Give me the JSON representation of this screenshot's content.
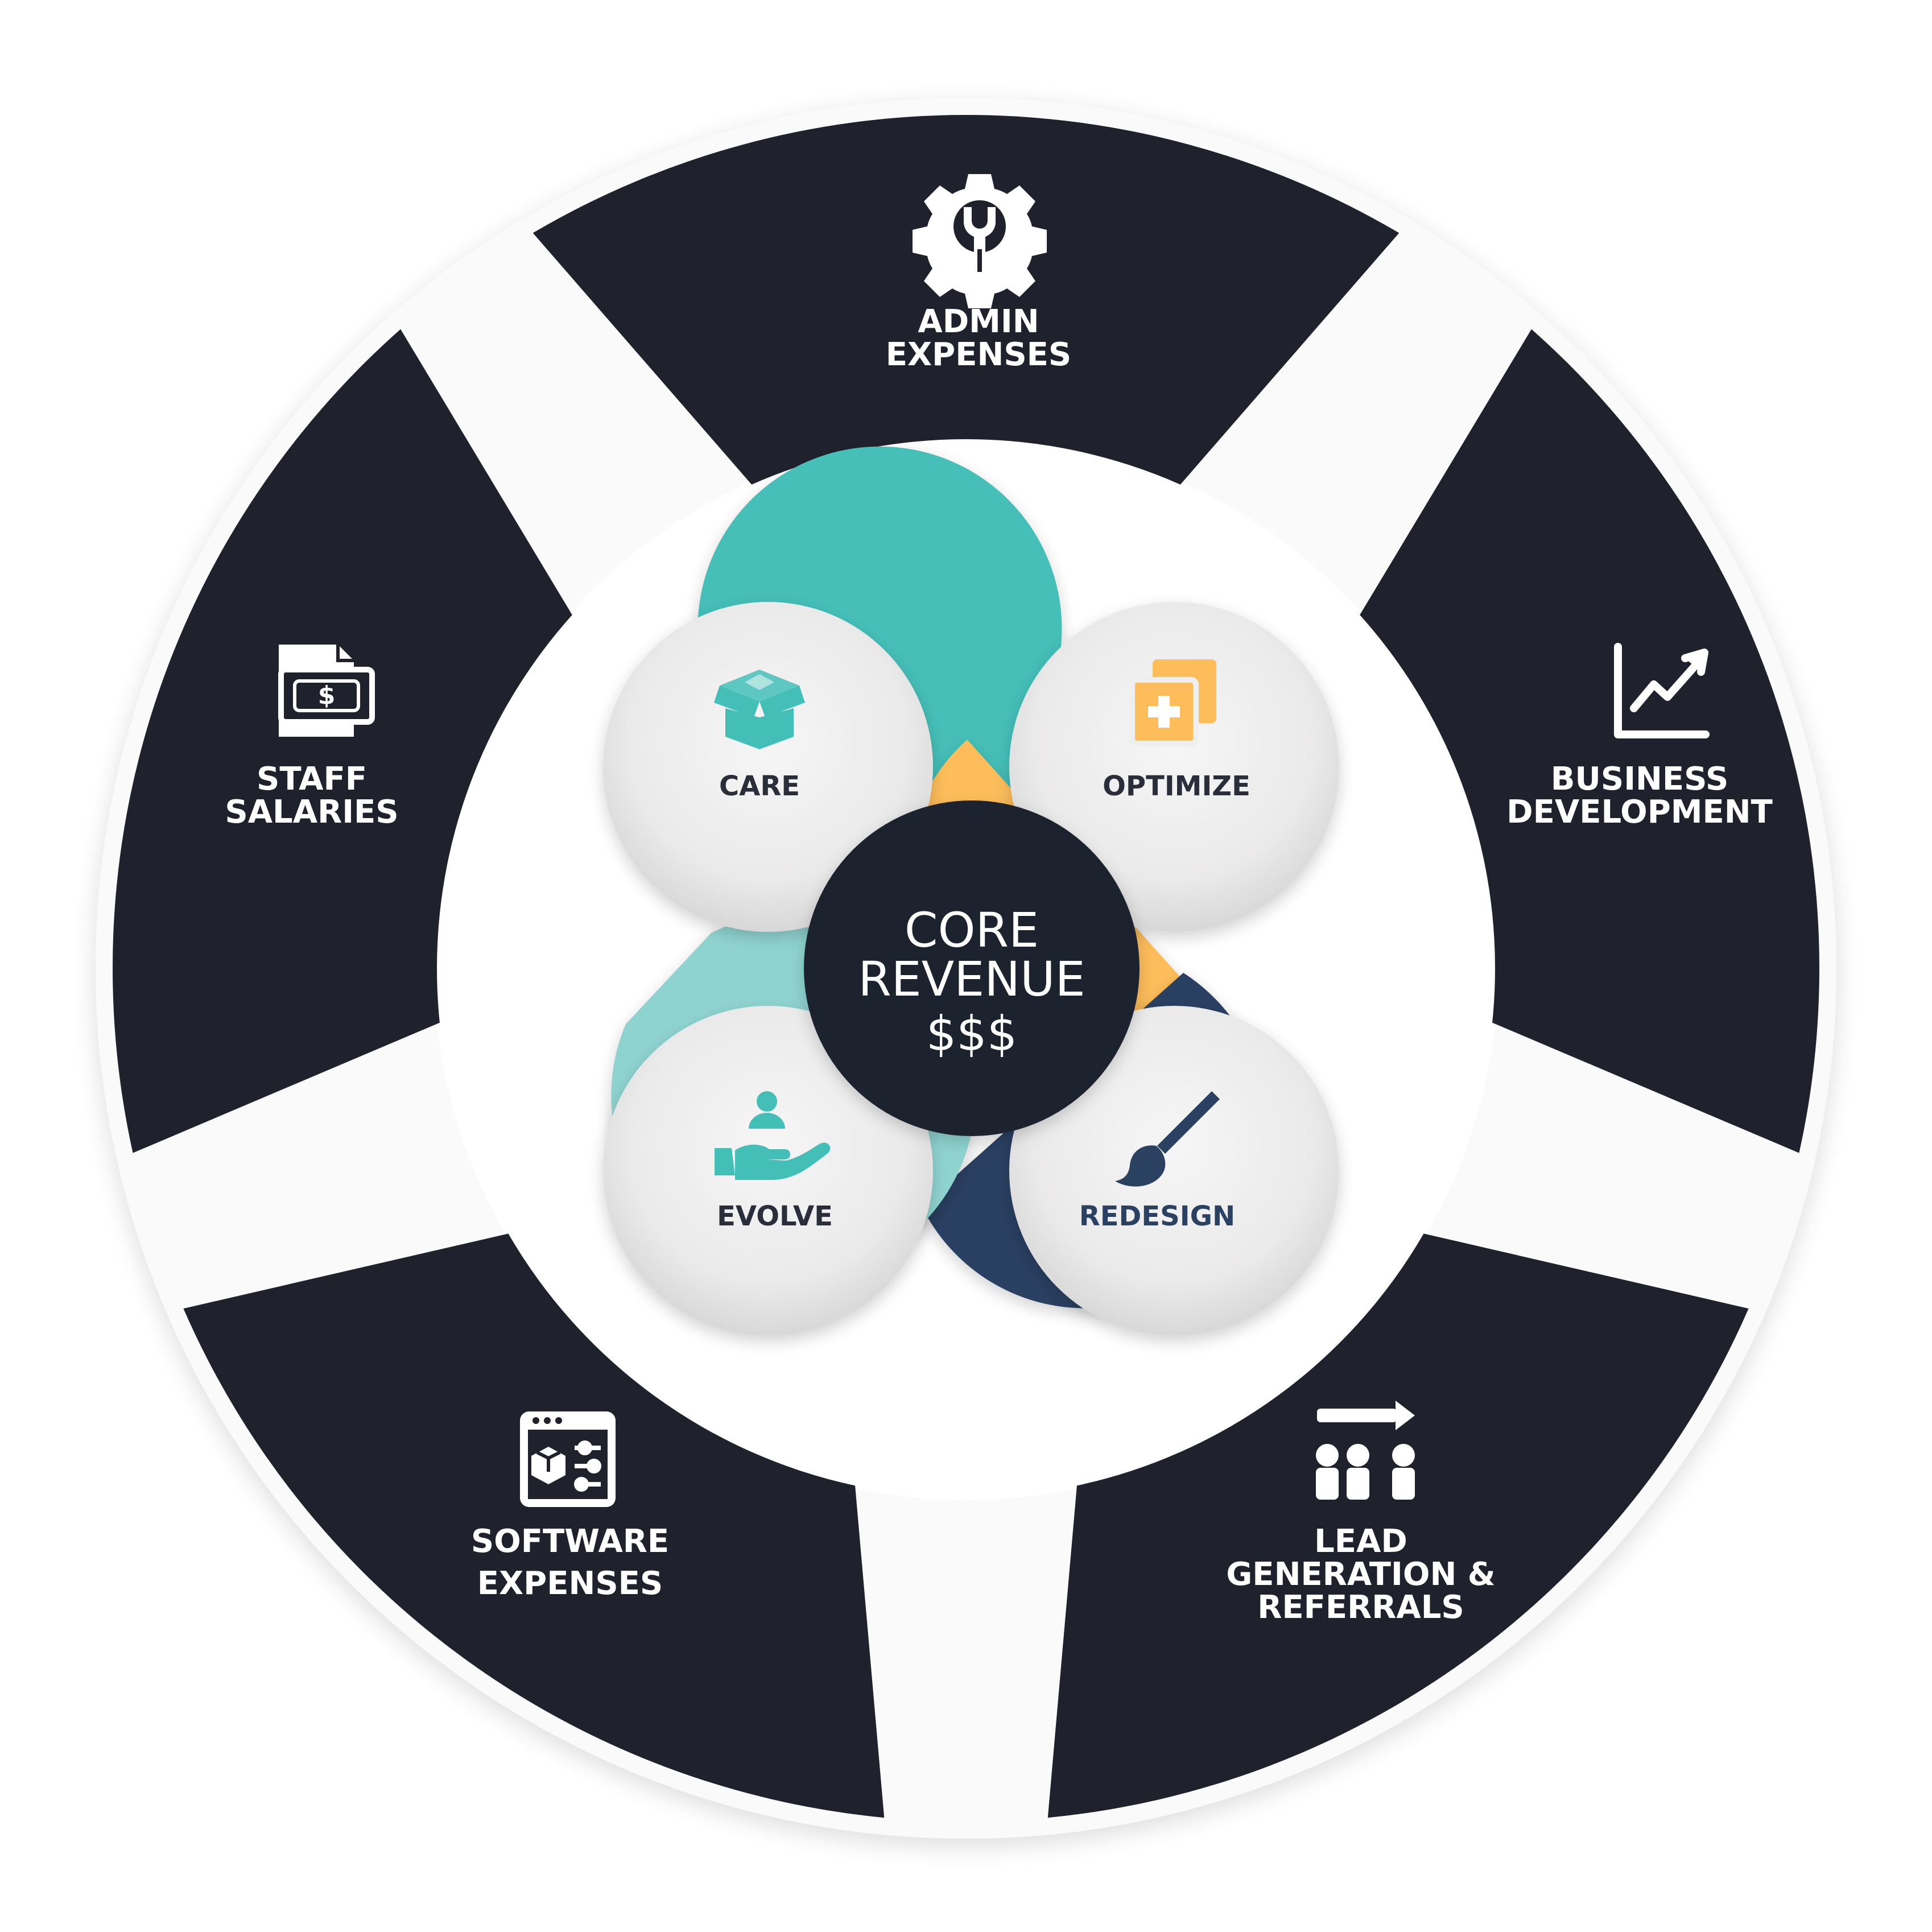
{
  "center": {
    "lines": [
      "CORE",
      "REVENUE",
      "$$$"
    ]
  },
  "outer_segments": [
    {
      "id": "admin",
      "lines": [
        "ADMIN",
        "EXPENSES"
      ],
      "icon": "gear-wrench-icon"
    },
    {
      "id": "business",
      "lines": [
        "BUSINESS",
        "DEVELOPMENT"
      ],
      "icon": "growth-chart-icon"
    },
    {
      "id": "lead",
      "lines": [
        "LEAD",
        "GENERATION &",
        "REFERRALS"
      ],
      "icon": "team-arrow-icon"
    },
    {
      "id": "software",
      "lines": [
        "SOFTWARE",
        "EXPENSES"
      ],
      "icon": "software-settings-icon"
    },
    {
      "id": "staff",
      "lines": [
        "STAFF",
        "SALARIES"
      ],
      "icon": "money-document-icon"
    }
  ],
  "inner_petals": [
    {
      "id": "care",
      "label": "CARE",
      "icon": "open-box-icon",
      "color": "#44bfb8"
    },
    {
      "id": "optimize",
      "label": "OPTIMIZE",
      "icon": "copy-plus-icon",
      "color": "#fdbd5a"
    },
    {
      "id": "redesign",
      "label": "REDESIGN",
      "icon": "paintbrush-icon",
      "color": "#2b4162"
    },
    {
      "id": "evolve",
      "label": "EVOLVE",
      "icon": "hand-person-icon",
      "color": "#8fd3d0"
    }
  ],
  "colors": {
    "segment": "#1f222d",
    "center": "#1f222d",
    "label_dark": "#2a2d3a",
    "label_redesign": "#2b4162"
  }
}
